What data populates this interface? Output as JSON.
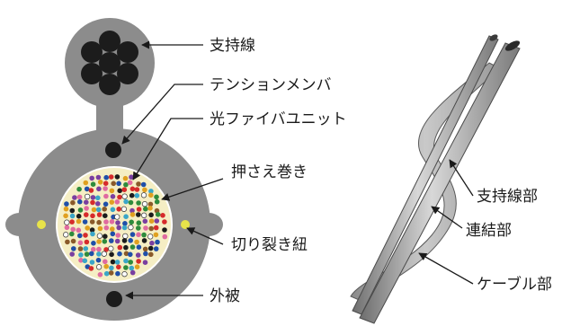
{
  "cross_section": {
    "labels": {
      "messenger_wire": "支持線",
      "tension_member": "テンションメンバ",
      "fiber_unit": "光ファイバユニット",
      "binding_tape": "押さえ巻き",
      "rip_cord": "切り裂き紐",
      "sheath": "外被"
    }
  },
  "side_view": {
    "labels": {
      "messenger_part": "支持線部",
      "connecting_part": "連結部",
      "cable_part": "ケーブル部"
    }
  },
  "colors": {
    "sheath": "#8c8c8c",
    "wire": "#1c1c1c",
    "core_background": "#f5eec4",
    "rip_cord": "#e8e34a",
    "fiber_palette": [
      "#d62b2b",
      "#1f4fa8",
      "#2e8b3c",
      "#e0a020",
      "#7a3fa0",
      "#3aa6c8",
      "#1c1c1c",
      "#e06aa0",
      "#8a5a2a",
      "#ffffff"
    ]
  }
}
